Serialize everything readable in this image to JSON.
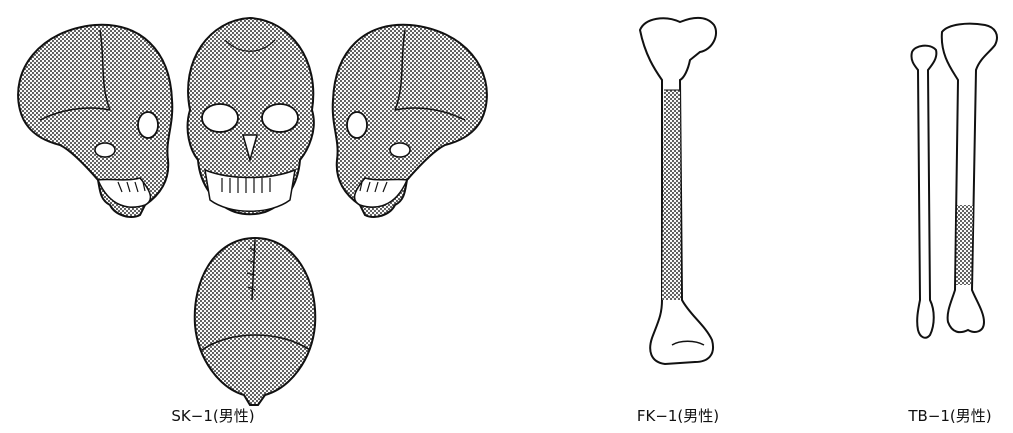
{
  "figures": [
    {
      "caption": "SK−1(男性)"
    },
    {
      "caption": "FK−1(男性)"
    },
    {
      "caption": "TB−1(男性)"
    }
  ],
  "colors": {
    "ink": "#111111",
    "shade_fill": "#9a9a9a",
    "background": "#ffffff"
  }
}
